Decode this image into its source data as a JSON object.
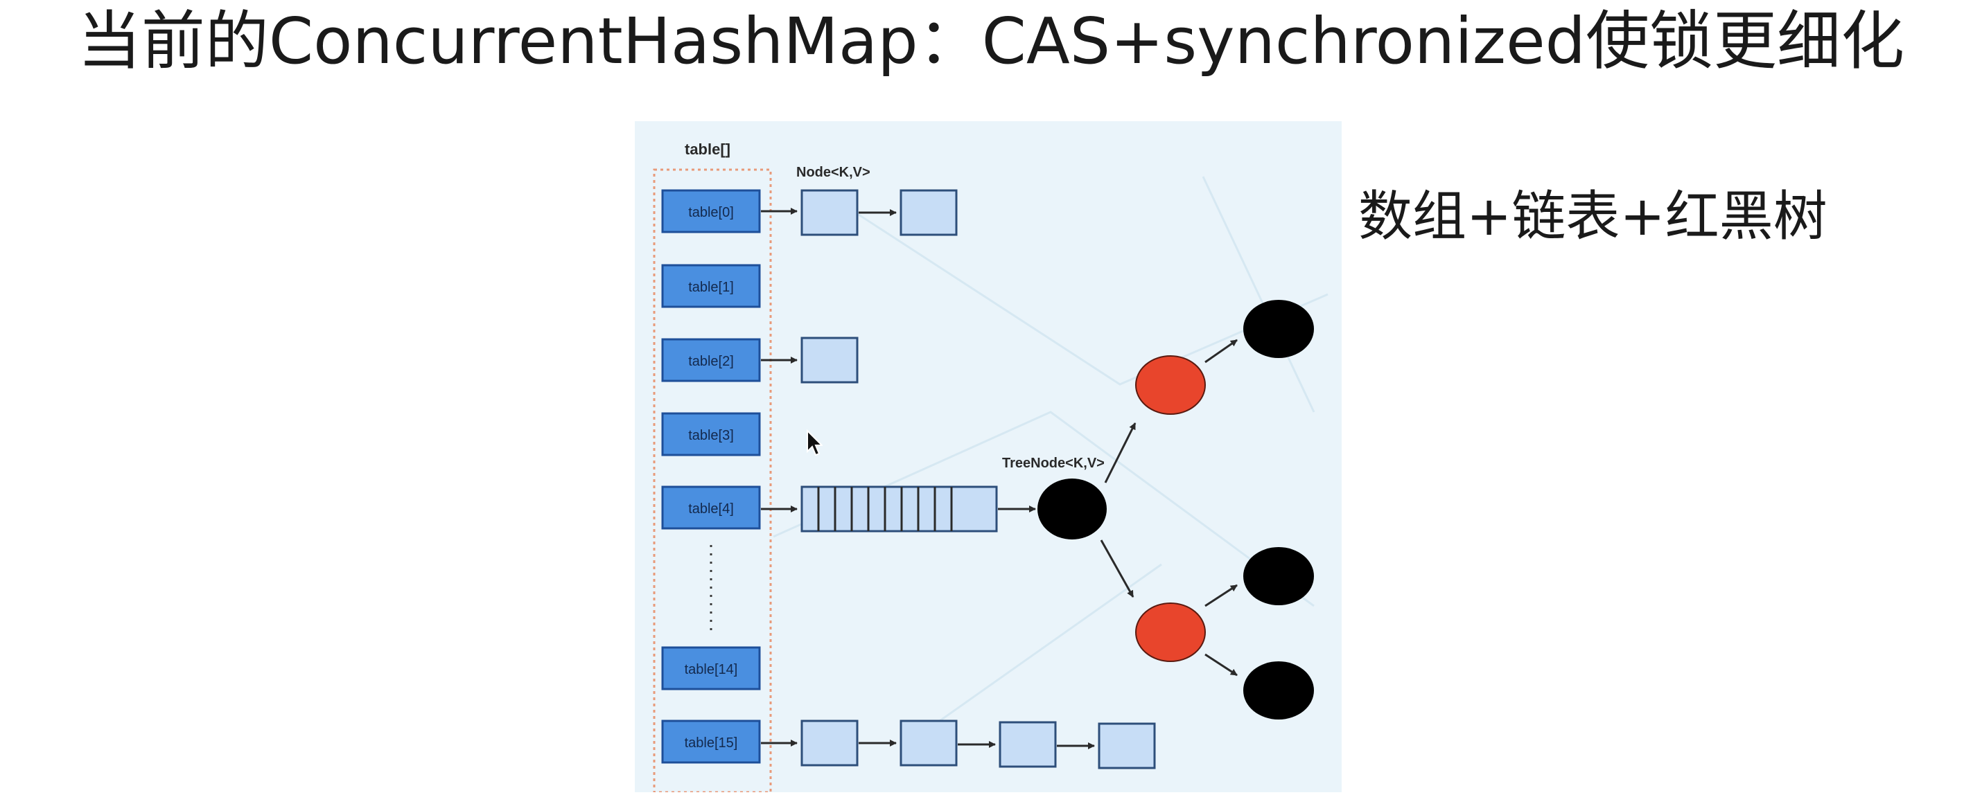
{
  "slide": {
    "title": "当前的ConcurrentHashMap：CAS+synchronized使锁更细化",
    "side_note": "数组+链表+红黑树"
  },
  "diagram": {
    "table_label": "table[]",
    "node_label": "Node<K,V>",
    "treenode_label": "TreeNode<K,V>",
    "buckets": [
      "table[0]",
      "table[1]",
      "table[2]",
      "table[3]",
      "table[4]",
      "table[14]",
      "table[15]"
    ],
    "colors": {
      "bucket_fill": "#4a8fe0",
      "bucket_stroke": "#1e4f99",
      "node_fill": "#c7ddf6",
      "node_stroke": "#2d4e7a",
      "red_node": "#e8452c",
      "black_node": "#000000",
      "table_border": "#e89a7a"
    }
  }
}
